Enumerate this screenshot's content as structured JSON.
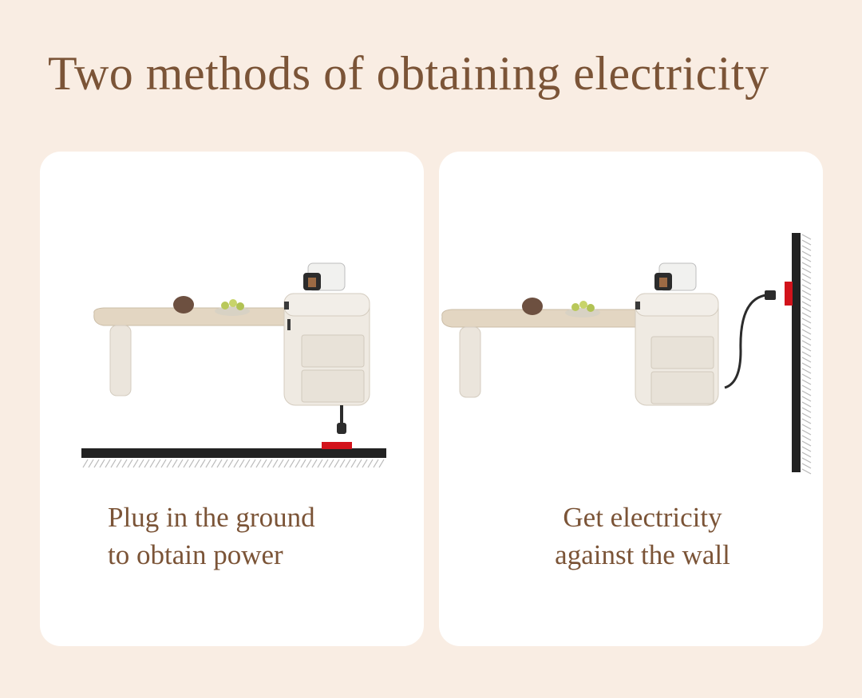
{
  "title": "Two methods of obtaining electricity",
  "panels": [
    {
      "caption_line1": "Plug in the ground",
      "caption_line2": "to obtain power"
    },
    {
      "caption_line1": "Get electricity",
      "caption_line2": "against the wall"
    }
  ],
  "colors": {
    "background": "#f9ede3",
    "text": "#7b5437",
    "socket": "#d2131b",
    "furniture": "#ece6dc"
  }
}
